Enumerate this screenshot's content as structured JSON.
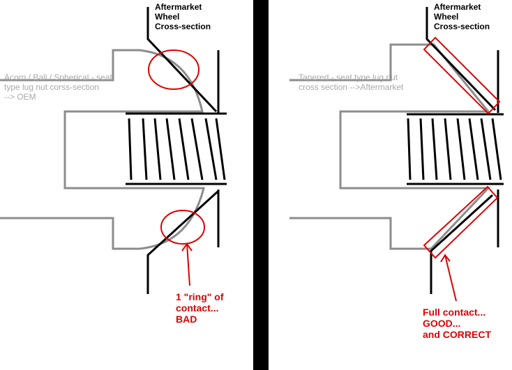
{
  "colors": {
    "divider": "#000000",
    "nut_outline": "#8c8c8c",
    "wheel": "#000000",
    "highlight": "#dd0000",
    "caption_gray": "#a9a9a9",
    "background": "#ffffff"
  },
  "left_panel": {
    "wheel_label": [
      "Aftermarket",
      "Wheel",
      "Cross-section"
    ],
    "nut_label": [
      "Acorn / Ball / Spherical - seat",
      "type lug nut corss-section",
      " --> OEM"
    ],
    "result_label": [
      "1 \"ring\" of",
      "contact...",
      "BAD"
    ]
  },
  "right_panel": {
    "wheel_label": [
      "Aftermarket",
      "Wheel",
      "Cross-section"
    ],
    "nut_label": [
      "Tapered - seat type lug nut",
      "cross section -->Aftermarket"
    ],
    "result_label": [
      "Full contact...",
      "GOOD...",
      "and CORRECT"
    ]
  }
}
